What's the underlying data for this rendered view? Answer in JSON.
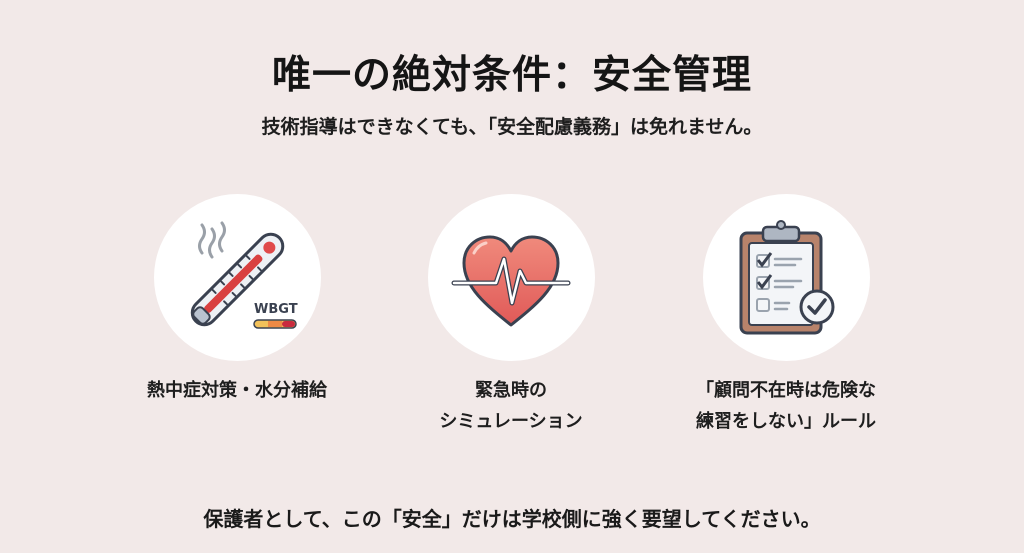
{
  "title": "唯一の絶対条件：安全管理",
  "subtitle": "技術指導はできなくても、「安全配慮義務」は免れません。",
  "cards": [
    {
      "icon": "thermometer-wbgt-icon",
      "icon_text": "WBGT",
      "lines": [
        "熱中症対策・水分補給"
      ]
    },
    {
      "icon": "heart-pulse-icon",
      "lines": [
        "緊急時の",
        "シミュレーション"
      ]
    },
    {
      "icon": "clipboard-checklist-icon",
      "lines": [
        "「顧問不在時は危険な",
        "練習をしない」ルール"
      ]
    }
  ],
  "footer": "保護者として、この「安全」だけは学校側に強く要望してください。",
  "colors": {
    "background": "#f2e9e8",
    "circle": "#ffffff",
    "accent_red": "#e2605a",
    "outline": "#3a4150"
  }
}
